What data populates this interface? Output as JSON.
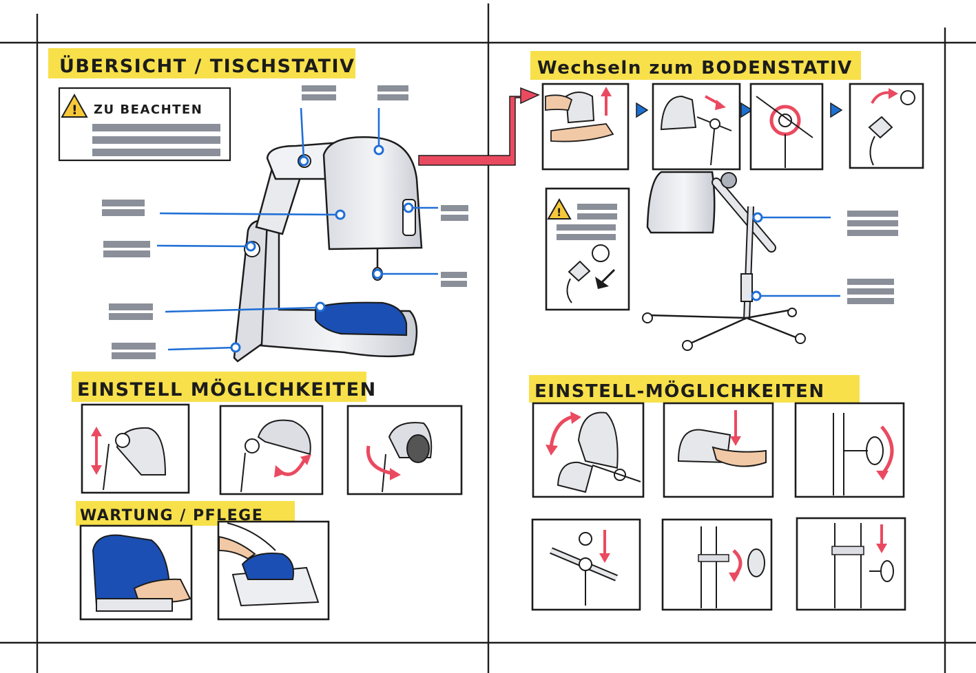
{
  "left_page": {
    "overview_heading": "ÜBERSICHT / TISCHSTATIV",
    "caution_box_label": "ZU BEACHTEN",
    "adjust_heading": "EINSTELL MÖGLICHKEITEN",
    "maintenance_heading": "WARTUNG / PFLEGE"
  },
  "right_page": {
    "change_heading": "Wechseln zum BODENSTATIV",
    "adjust_heading": "EINSTELL-MÖGLICHKEITEN"
  },
  "icons": [
    "warning-icon",
    "arrow-right-icon",
    "step-arrow-icon",
    "rotate-arrow-icon",
    "plug-icon"
  ],
  "colors": {
    "highlight": "#f7e04a",
    "blue_accent": "#1f6fd6",
    "device_blue": "#1b4fb3",
    "red_arrow": "#ea4a60",
    "step_arrow": "#1d6fd0",
    "placeholder_bars": "#8a8f99",
    "ink": "#1c1c1c"
  }
}
